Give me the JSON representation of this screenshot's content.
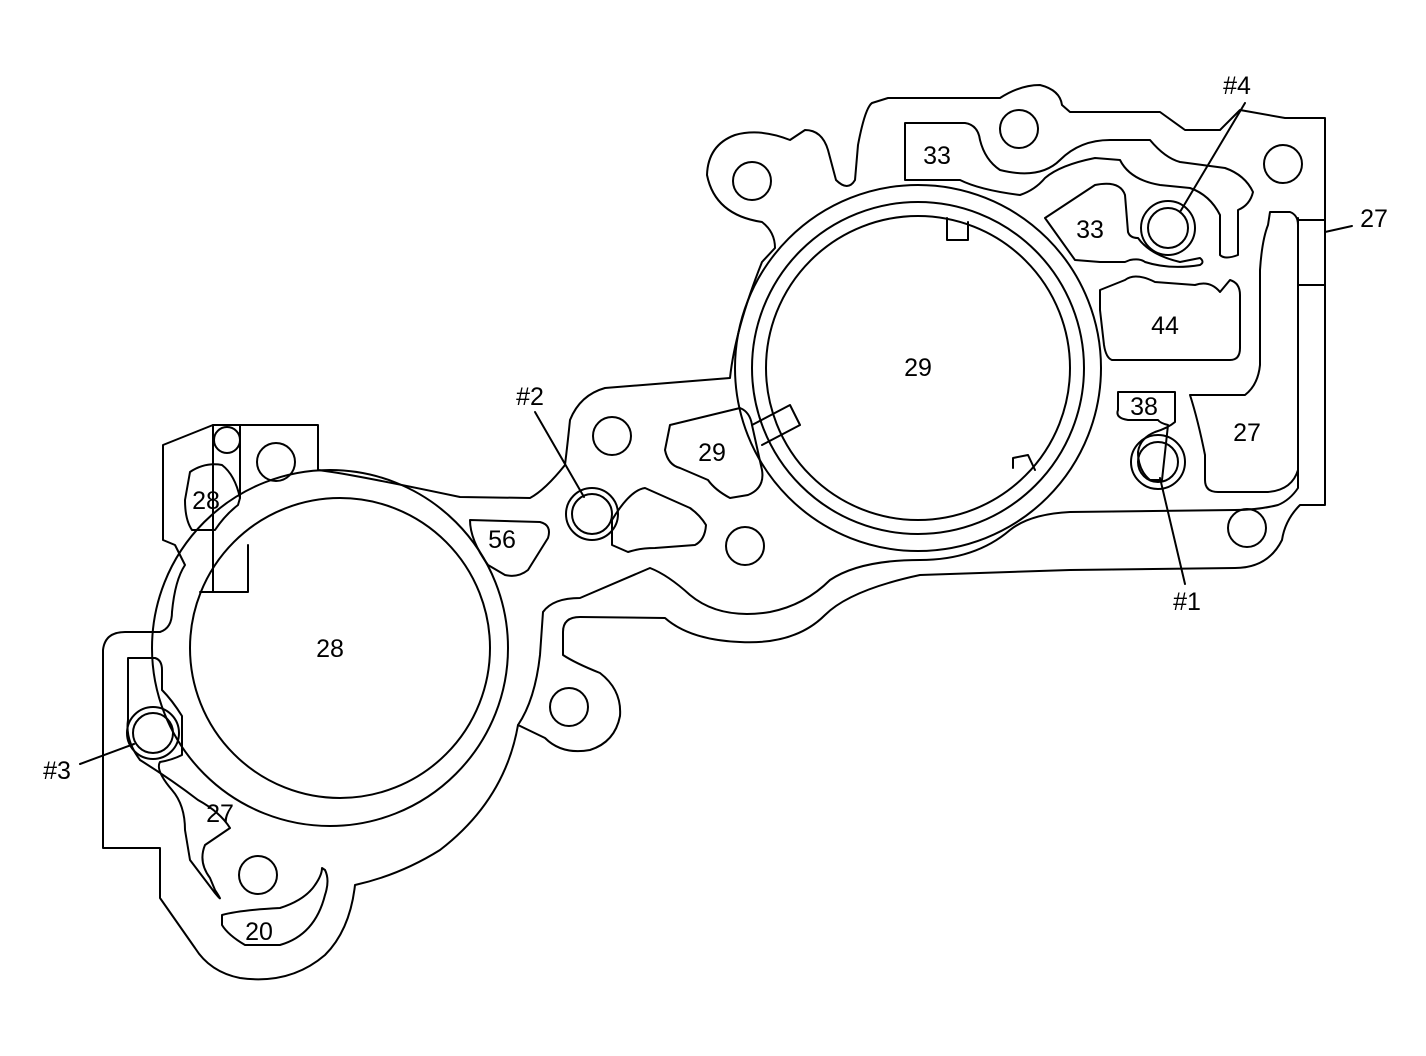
{
  "diagram": {
    "colors": {
      "line": "#000000",
      "background": "#ffffff"
    },
    "port_labels": {
      "p33_top": "33",
      "p33_inner": "33",
      "p44": "44",
      "p29_main": "29",
      "p29_small": "29",
      "p38": "38",
      "p27_right": "27",
      "p27_edge": "27",
      "p28_main": "28",
      "p28_small": "28",
      "p56": "56",
      "p27_left": "27",
      "p20": "20"
    },
    "callouts": {
      "c1": "#1",
      "c2": "#2",
      "c3": "#3",
      "c4": "#4"
    }
  }
}
